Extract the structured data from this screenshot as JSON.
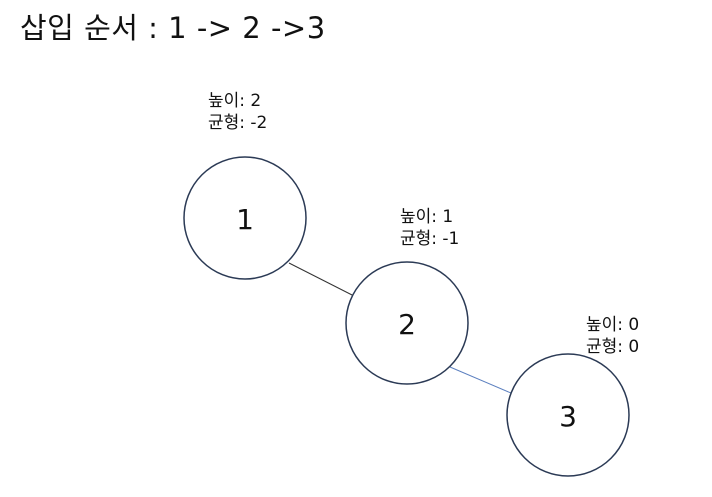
{
  "title": "삽입 순서 : 1 -> 2 ->3",
  "colors": {
    "node_stroke": "#2b3a55",
    "edge_1_2": "#333333",
    "edge_2_3": "#5b7fbf"
  },
  "nodes": [
    {
      "id": "1",
      "label": "1",
      "height_text": "높이: 2",
      "balance_text": "균형: -2"
    },
    {
      "id": "2",
      "label": "2",
      "height_text": "높이: 1",
      "balance_text": "균형: -1"
    },
    {
      "id": "3",
      "label": "3",
      "height_text": "높이: 0",
      "balance_text": "균형: 0"
    }
  ],
  "edges": [
    {
      "from": "1",
      "to": "2"
    },
    {
      "from": "2",
      "to": "3"
    }
  ]
}
